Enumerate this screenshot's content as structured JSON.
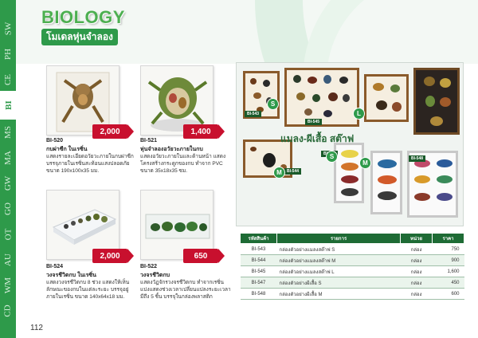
{
  "header": {
    "title": "BIOLOGY",
    "subtitle": "โมเดลหุ่นจำลอง"
  },
  "tabs": [
    {
      "label": "SW",
      "active": false
    },
    {
      "label": "PH",
      "active": false
    },
    {
      "label": "CE",
      "active": false
    },
    {
      "label": "BI",
      "active": true
    },
    {
      "label": "MS",
      "active": false
    },
    {
      "label": "MA",
      "active": false
    },
    {
      "label": "GW",
      "active": false
    },
    {
      "label": "GO",
      "active": false
    },
    {
      "label": "OT",
      "active": false
    },
    {
      "label": "AU",
      "active": false
    },
    {
      "label": "WM",
      "active": false
    },
    {
      "label": "CD",
      "active": false
    }
  ],
  "products": [
    {
      "code": "BI-520",
      "price": "2,000",
      "name": "กบผ่าซีก ในเรซิ่น",
      "desc": "แสดงรายละเอียดอวัยวะภายในกบผ่าซีก บรรจุภายในเรซิ่นสะท้อนแสงปลอดภัย ขนาด 190x100x35 มม."
    },
    {
      "code": "BI-521",
      "price": "1,400",
      "name": "หุ่นจำลองอวัยวะภายในกบ",
      "desc": "แสดงอวัยวะภายในและด้านหน้า แสดงโครงสร้างกระดูกของกบ ทำจาก PVC ขนาด 35x18x35 ซม."
    },
    {
      "code": "BI-524",
      "price": "2,000",
      "name": "วงจรชีวิตกบ ในเรซิ่น",
      "desc": "แสดงวงจรชีวิตกบ 8 ช่วง แสดงให้เห็นลักษณะของกบในแต่ละระยะ บรรจุอยู่ภายในเรซิ่น ขนาด 140x64x18 มม."
    },
    {
      "code": "BI-522",
      "price": "650",
      "name": "วงจรชีวิตกบ",
      "desc": "แสดงวัฏจักรวงจรชีวิตกบ ทำจากเรซิ่น แบ่งแสดงช่วงเวลาเปลี่ยนแปลงระยะเวลามีถึง 5 ชิ้น บรรจุในกล่องพลาสติก"
    }
  ],
  "insect_panel": {
    "title": "แมลง-ผีเสื้อ สต๊าฟ",
    "case_labels": [
      "BI-543",
      "BI-545",
      "BI-547",
      "BI-544",
      "BI-548"
    ],
    "size_badges": [
      "S",
      "L",
      "S",
      "M",
      "M"
    ]
  },
  "table": {
    "headers": [
      "รหัสสินค้า",
      "รายการ",
      "หน่วย",
      "ราคา"
    ],
    "rows": [
      [
        "BI-543",
        "กล่องตัวอย่างแมลงสต๊าฟ S",
        "กล่อง",
        "750"
      ],
      [
        "BI-544",
        "กล่องตัวอย่างแมลงสต๊าฟ M",
        "กล่อง",
        "900"
      ],
      [
        "BI-545",
        "กล่องตัวอย่างแมลงสต๊าฟ L",
        "กล่อง",
        "1,600"
      ],
      [
        "BI-547",
        "กล่องตัวอย่างผีเสื้อ S",
        "กล่อง",
        "450"
      ],
      [
        "BI-548",
        "กล่องตัวอย่างผีเสื้อ M",
        "กล่อง",
        "600"
      ]
    ]
  },
  "page_number": "112",
  "colors": {
    "brand_green": "#2e9a4a",
    "price_red": "#c8102e",
    "table_header": "#1e6b35"
  }
}
